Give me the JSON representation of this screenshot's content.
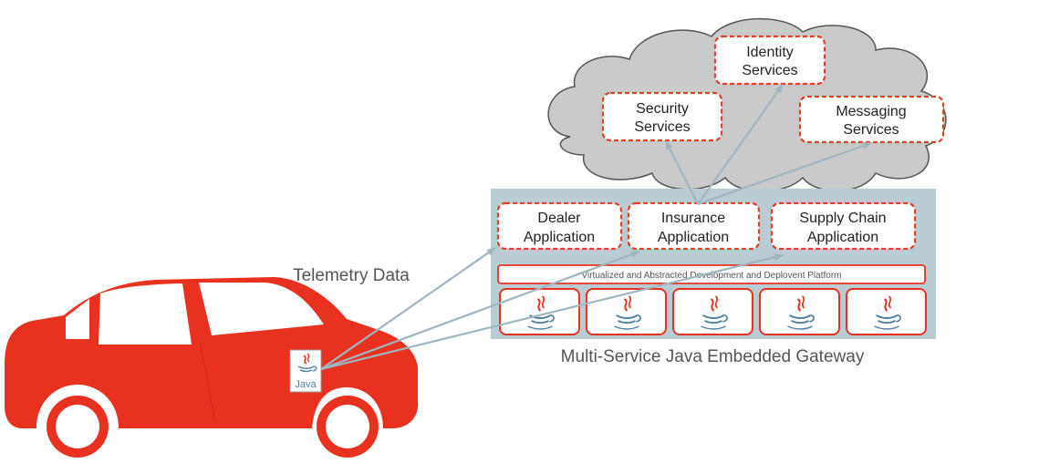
{
  "cloud_services": {
    "identity": [
      "Identity",
      "Services"
    ],
    "security": [
      "Security",
      "Services"
    ],
    "messaging": [
      "Messaging",
      "Services"
    ]
  },
  "gateway": {
    "apps": {
      "dealer": [
        "Dealer",
        "Application"
      ],
      "insurance": [
        "Insurance",
        "Application"
      ],
      "supply_chain": [
        "Supply Chain",
        "Application"
      ]
    },
    "platform_label": "Virtualized and Abstracted Development and Deplovent Platform",
    "caption": "Multi-Service Java Embedded Gateway"
  },
  "telemetry_label": "Telemetry Data",
  "car_badge_label": "Java",
  "colors": {
    "accent_red": "#e8321f",
    "dashed_red": "#e0402a",
    "cloud_fill": "#cacaca",
    "gateway_fill": "#b9cbd3",
    "arrow": "#9fb6c1"
  }
}
